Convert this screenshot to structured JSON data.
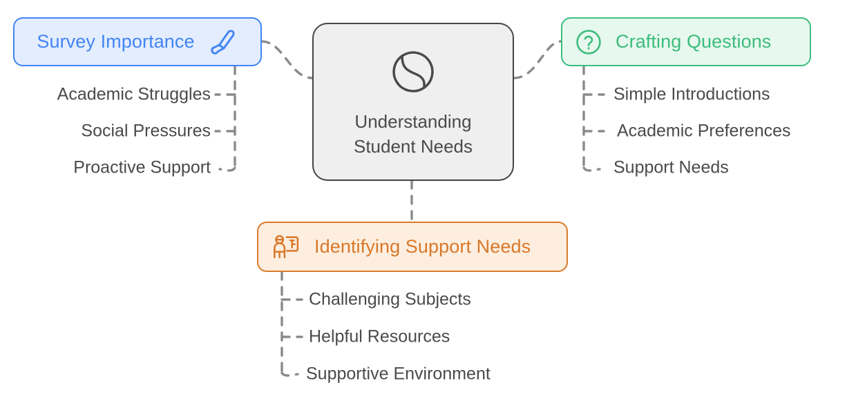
{
  "diagram": {
    "type": "mindmap",
    "center": {
      "title": "Understanding\nStudent Needs",
      "icon": "yin-yang-leaf-icon",
      "fill": "#efefef",
      "border": "#444444",
      "text_color": "#4a4a4a"
    },
    "branches": [
      {
        "id": "survey-importance",
        "label": "Survey Importance",
        "icon": "pen-icon",
        "position": "top-left",
        "accent": "#4285f4",
        "fill": "#e4edfd",
        "children": [
          "Academic Struggles",
          "Social Pressures",
          "Proactive Support"
        ]
      },
      {
        "id": "crafting-questions",
        "label": "Crafting Questions",
        "icon": "question-circle-icon",
        "position": "top-right",
        "accent": "#3cbc7c",
        "fill": "#e7f8ee",
        "children": [
          "Simple Introductions",
          "Academic Preferences",
          "Support Needs"
        ]
      },
      {
        "id": "identifying-support-needs",
        "label": "Identifying Support Needs",
        "icon": "teacher-board-icon",
        "position": "bottom",
        "accent": "#d8782a",
        "fill": "#fdeedf",
        "children": [
          "Challenging Subjects",
          "Helpful Resources",
          "Supportive Environment"
        ]
      }
    ],
    "connector": {
      "color": "#8a8a8a",
      "style": "dashed"
    },
    "background": "#ffffff"
  }
}
